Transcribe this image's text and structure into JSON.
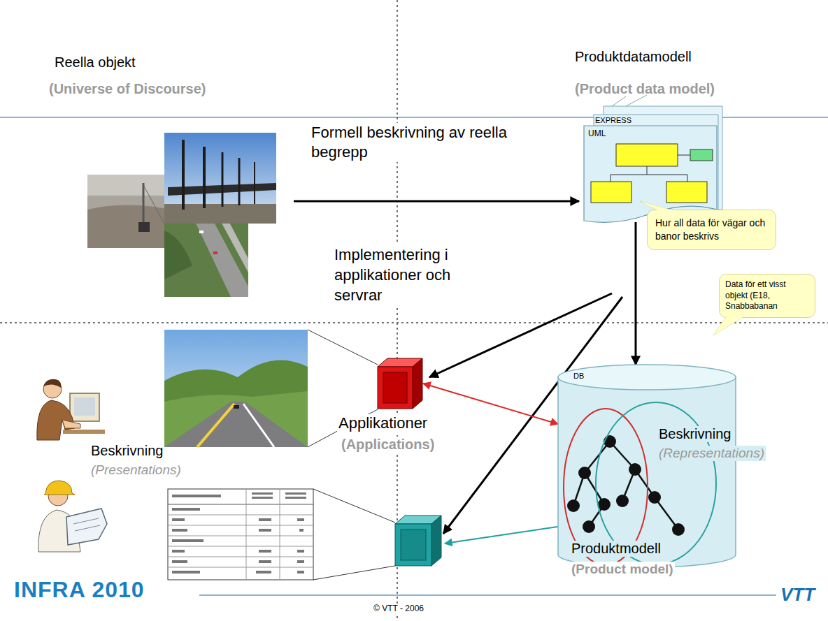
{
  "diagram": {
    "nodes": [
      {
        "text": [
          "EXPRESS",
          "UML"
        ]
      },
      {
        "text": [
          "Hur all data för vägar och banor beskrivs"
        ]
      },
      {
        "text": [
          "Data för ett visst objekt (E18, Snabbabanan"
        ]
      },
      {
        "text": [
          "DB",
          "Beskrivning",
          "(Representations)",
          "Produktmodell",
          "(Product model)"
        ]
      },
      {
        "text": [
          "Applikationer",
          "(Applications)"
        ]
      }
    ],
    "edges": [
      {
        "from": 0,
        "to": 3,
        "arrow": "to"
      },
      {
        "from": 4,
        "to": 3,
        "arrow": "both"
      }
    ],
    "labels": [
      "Reella objekt",
      "(Universe of Discourse)",
      "Produktdatamodell",
      "(Product data model)",
      "Formell beskrivning av reella begrepp",
      "Implementering i applikationer och servrar",
      "Beskrivning",
      "(Presentations)",
      "INFRA 2010",
      "© VTT - 2006",
      "VTT"
    ]
  }
}
